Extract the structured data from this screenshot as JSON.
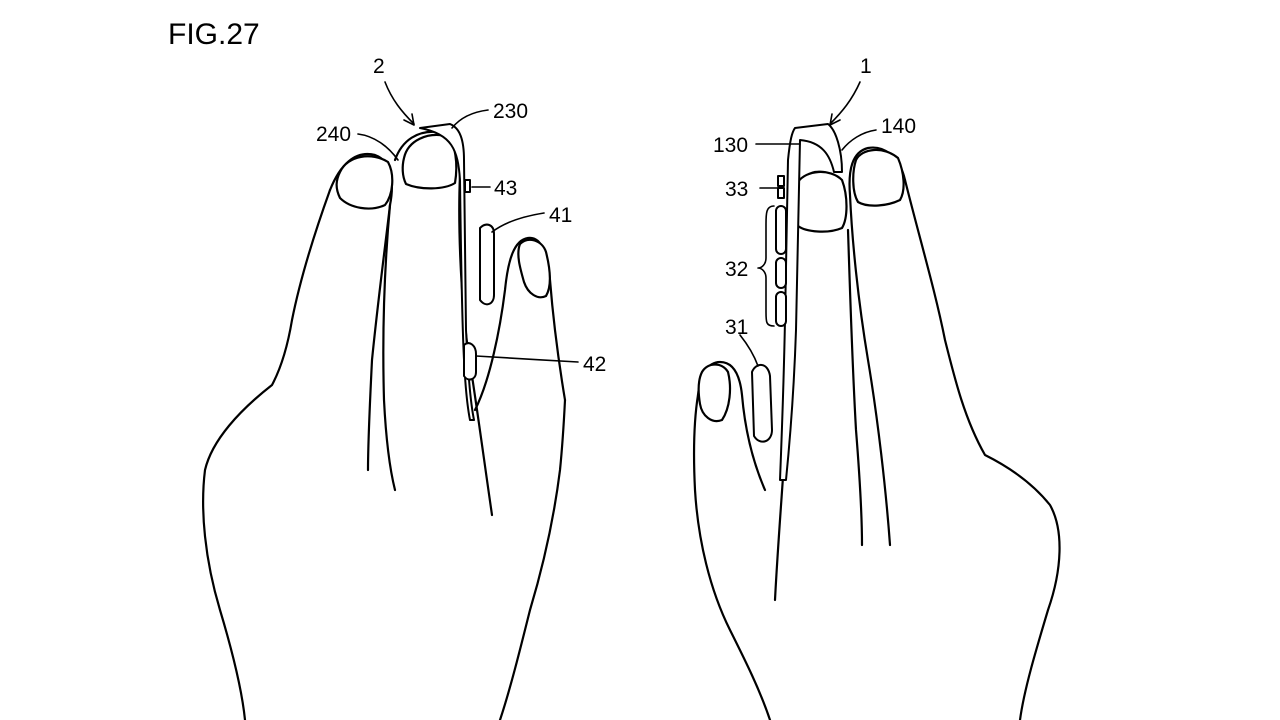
{
  "figure": {
    "title": "FIG.27"
  },
  "left_hand": {
    "labels": {
      "device": "2",
      "upper_rail": "230",
      "side_portion": "240",
      "small_button": "43",
      "trigger_upper": "41",
      "trigger_lower": "42"
    }
  },
  "right_hand": {
    "labels": {
      "device": "1",
      "front_portion": "130",
      "side_portion": "140",
      "small_button": "33",
      "button_group": "32",
      "trigger": "31"
    }
  }
}
